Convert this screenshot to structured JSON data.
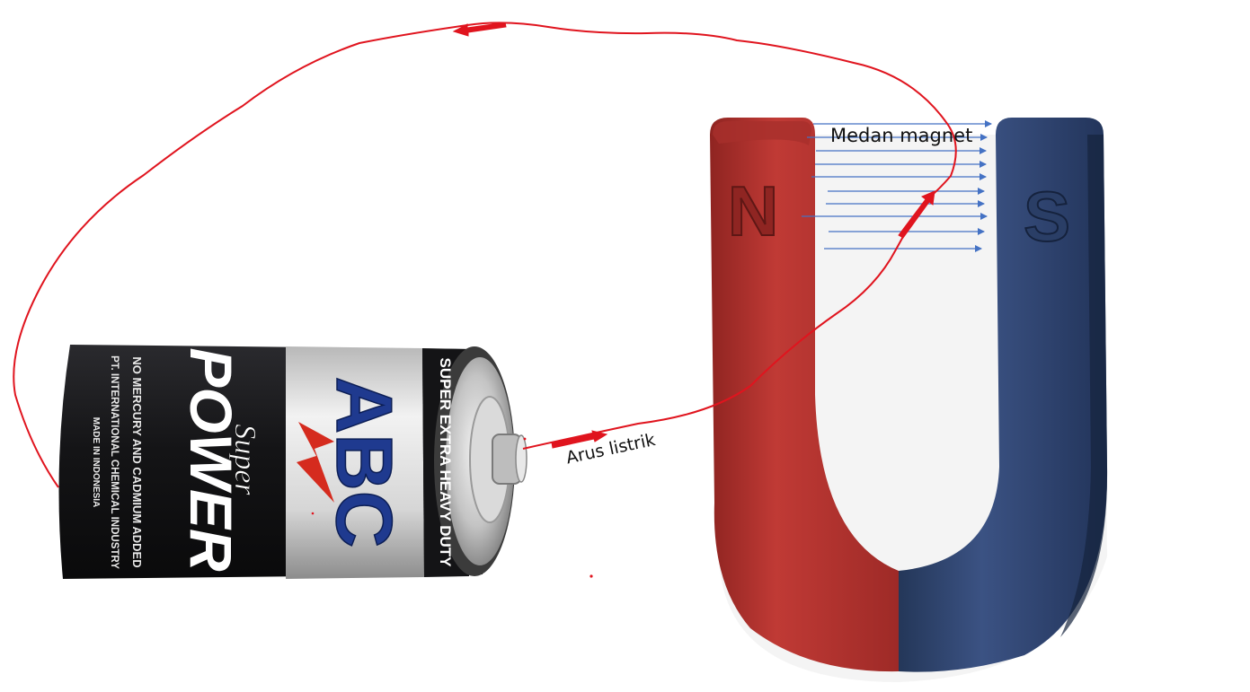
{
  "labels": {
    "magnetic_field": "Medan magnet",
    "current": "Arus listrik"
  },
  "battery": {
    "brand": "ABC",
    "line1": "Super",
    "line2": "POWER",
    "band_text": "SUPER EXTRA HEAVY DUTY",
    "small1": "NO MERCURY AND CADMIUM ADDED",
    "small2": "PT. INTERNATIONAL CHEMICAL INDUSTRY",
    "small3": "MADE IN INDONESIA"
  },
  "magnet": {
    "north": "N",
    "south": "S"
  },
  "colors": {
    "wire": "#e0141e",
    "field": "#4472c4",
    "north_pole": "#b8332f",
    "south_pole": "#2f4470",
    "battery_body": "#17171a"
  }
}
